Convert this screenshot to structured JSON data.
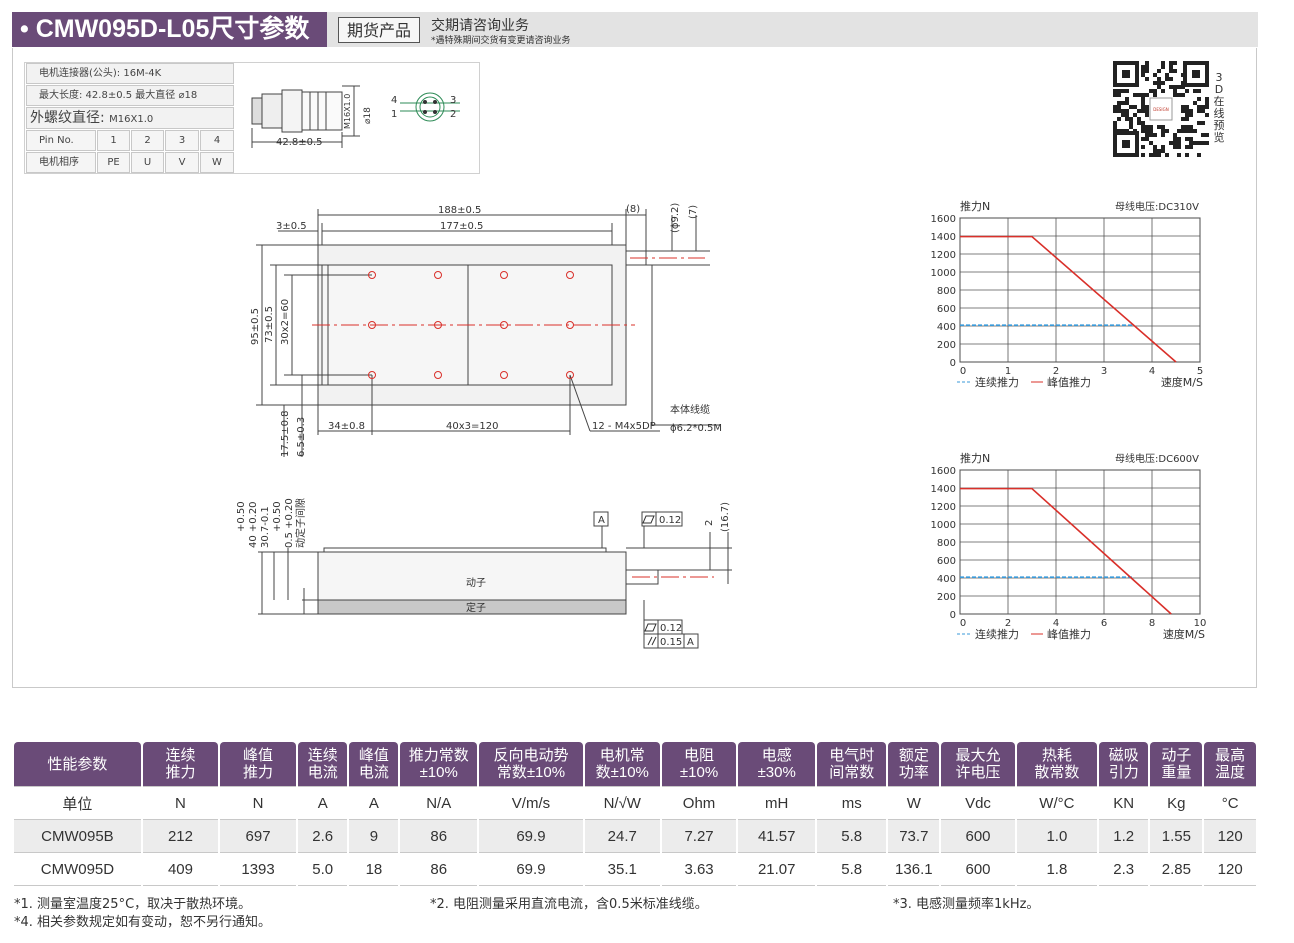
{
  "header": {
    "title": "• CMW095D-L05尺寸参数",
    "badge": "期货产品",
    "lead_time": "交期请咨询业务",
    "lead_note": "*遇特殊期间交货有变更请咨询业务"
  },
  "connector": {
    "type_row": "电机连接器(公头): 16M-4K",
    "length_row": "最大长度: 42.8±0.5   最大直径 ⌀18",
    "thread_label": "外螺纹直径:",
    "thread_value": "M16X1.0",
    "pin_label": "Pin No.",
    "pins": [
      "1",
      "2",
      "3",
      "4"
    ],
    "phase_label": "电机相序",
    "phases": [
      "PE",
      "U",
      "V",
      "W"
    ],
    "drawing": {
      "length": "42.8±0.5",
      "thread": "M16X1.0",
      "dia": "⌀18",
      "pin_tl": "4",
      "pin_tr": "3",
      "pin_bl": "1",
      "pin_br": "2"
    }
  },
  "qr": {
    "label": "3D在线预览",
    "center_text": "DESIGN"
  },
  "drawing_top": {
    "dim_188": "188±0.5",
    "dim_177": "177±0.5",
    "dim_8": "(8)",
    "dim_phi92": "(ɸ9.2)",
    "dim_7": "(7)",
    "dim_3": "3±0.5",
    "dim_95": "95±0.5",
    "dim_73": "73±0.5",
    "dim_30x2": "30x2=60",
    "dim_175": "17.5±0.8",
    "dim_65": "6.5±0.3",
    "dim_34": "34±0.8",
    "dim_40x3": "40x3=120",
    "holes": "12 - M4x5DP",
    "cable_label": "本体线缆",
    "cable_spec": "ɸ6.2*0.5M"
  },
  "drawing_side": {
    "v1": "+0.50",
    "v2": "40 +0.20",
    "v3": "30.7-0.1",
    "v4": "+0.50",
    "v5": "0.5 +0.20",
    "v6": "动定子间隙",
    "datum": "A",
    "flat1": "0.12",
    "dim_2": "2",
    "dim_167": "(16.7)",
    "mover": "动子",
    "stator": "定子",
    "flat2": "0.12",
    "parallel": "0.15",
    "parallel_ref": "A"
  },
  "charts": {
    "legend_cont": "连续推力",
    "legend_peak": "峰值推力"
  },
  "chart_data": [
    {
      "type": "line",
      "ylabel": "推力N",
      "xlabel": "速度M/S",
      "note": "母线电压:DC310V",
      "xlim": [
        0,
        5
      ],
      "ylim": [
        0,
        1600
      ],
      "xticks": [
        0,
        1,
        2,
        3,
        4,
        5
      ],
      "yticks": [
        0,
        200,
        400,
        600,
        800,
        1000,
        1200,
        1400,
        1600
      ],
      "grid": true,
      "legend": "bottom-left",
      "series": [
        {
          "name": "连续推力",
          "color": "#3a9ad9",
          "style": "dashed",
          "x": [
            0,
            3.6
          ],
          "y": [
            409,
            409
          ]
        },
        {
          "name": "峰值推力",
          "color": "#d9302a",
          "style": "solid",
          "x": [
            0,
            1.5,
            4.5
          ],
          "y": [
            1393,
            1393,
            0
          ]
        }
      ]
    },
    {
      "type": "line",
      "ylabel": "推力N",
      "xlabel": "速度M/S",
      "note": "母线电压:DC600V",
      "xlim": [
        0,
        10
      ],
      "ylim": [
        0,
        1600
      ],
      "xticks": [
        0,
        2,
        4,
        6,
        8,
        10
      ],
      "yticks": [
        0,
        200,
        400,
        600,
        800,
        1000,
        1200,
        1400,
        1600
      ],
      "grid": true,
      "legend": "bottom-left",
      "series": [
        {
          "name": "连续推力",
          "color": "#3a9ad9",
          "style": "dashed",
          "x": [
            0,
            7.2
          ],
          "y": [
            409,
            409
          ]
        },
        {
          "name": "峰值推力",
          "color": "#d9302a",
          "style": "solid",
          "x": [
            0,
            3,
            8.8
          ],
          "y": [
            1393,
            1393,
            0
          ]
        }
      ]
    }
  ],
  "spec_table": {
    "headers": [
      "性能参数",
      "连续\n推力",
      "峰值\n推力",
      "连续\n电流",
      "峰值\n电流",
      "推力常数\n±10%",
      "反向电动势\n常数±10%",
      "电机常\n数±10%",
      "电阻\n±10%",
      "电感\n±30%",
      "电气时\n间常数",
      "额定\n功率",
      "最大允\n许电压",
      "热耗\n散常数",
      "磁吸\n引力",
      "动子\n重量",
      "最高\n温度"
    ],
    "units": [
      "单位",
      "N",
      "N",
      "A",
      "A",
      "N/A",
      "V/m/s",
      "N/√W",
      "Ohm",
      "mH",
      "ms",
      "W",
      "Vdc",
      "W/°C",
      "KN",
      "Kg",
      "°C"
    ],
    "rows": [
      [
        "CMW095B",
        "212",
        "697",
        "2.6",
        "9",
        "86",
        "69.9",
        "24.7",
        "7.27",
        "41.57",
        "5.8",
        "73.7",
        "600",
        "1.0",
        "1.2",
        "1.55",
        "120"
      ],
      [
        "CMW095D",
        "409",
        "1393",
        "5.0",
        "18",
        "86",
        "69.9",
        "35.1",
        "3.63",
        "21.07",
        "5.8",
        "136.1",
        "600",
        "1.8",
        "2.3",
        "2.85",
        "120"
      ]
    ]
  },
  "notes": {
    "n1": "*1. 测量室温度25°C，取决于散热环境。",
    "n2": "*2. 电阻测量采用直流电流，含0.5米标准线缆。",
    "n3": "*3. 电感测量频率1kHz。",
    "n4": "*4. 相关参数规定如有变动，恕不另行通知。"
  },
  "colors": {
    "brand": "#6a4b78",
    "peak_line": "#d9302a",
    "cont_line": "#3a9ad9"
  }
}
